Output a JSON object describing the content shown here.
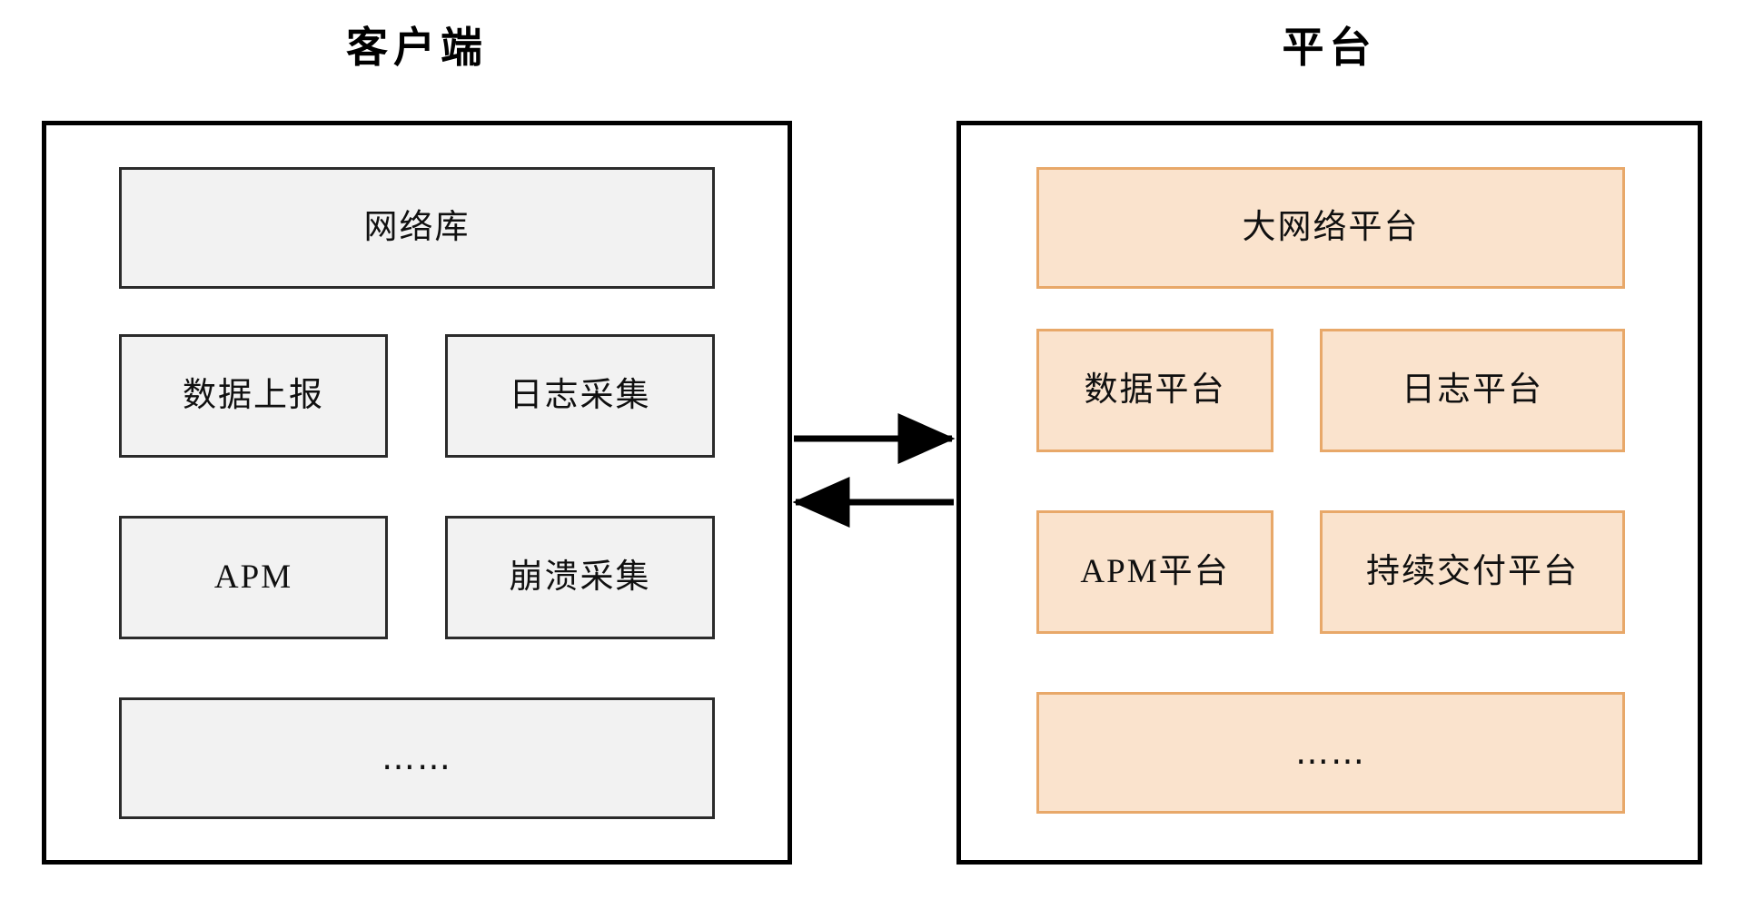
{
  "diagram": {
    "title_left": "客户端",
    "title_right": "平台",
    "colors": {
      "client_fill": "#f2f2f2",
      "client_stroke": "#2b2b2b",
      "platform_fill": "#fae3cd",
      "platform_stroke": "#e8a869",
      "container_stroke": "#000000",
      "arrow_stroke": "#000000",
      "background": "#ffffff"
    },
    "client": {
      "label": "客户端",
      "nodes": [
        {
          "id": "network-lib",
          "label": "网络库"
        },
        {
          "id": "data-report",
          "label": "数据上报"
        },
        {
          "id": "log-collect",
          "label": "日志采集"
        },
        {
          "id": "apm",
          "label": "APM"
        },
        {
          "id": "crash-collect",
          "label": "崩溃采集"
        },
        {
          "id": "more",
          "label": "……"
        }
      ]
    },
    "platform": {
      "label": "平台",
      "nodes": [
        {
          "id": "big-network",
          "label": "大网络平台"
        },
        {
          "id": "data-platform",
          "label": "数据平台"
        },
        {
          "id": "log-platform",
          "label": "日志平台"
        },
        {
          "id": "apm-platform",
          "label": "APM平台"
        },
        {
          "id": "cd-platform",
          "label": "持续交付平台"
        },
        {
          "id": "more",
          "label": "……"
        }
      ]
    },
    "connectors": [
      {
        "id": "client-to-platform",
        "direction": "right",
        "label": ""
      },
      {
        "id": "platform-to-client",
        "direction": "left",
        "label": ""
      }
    ]
  }
}
